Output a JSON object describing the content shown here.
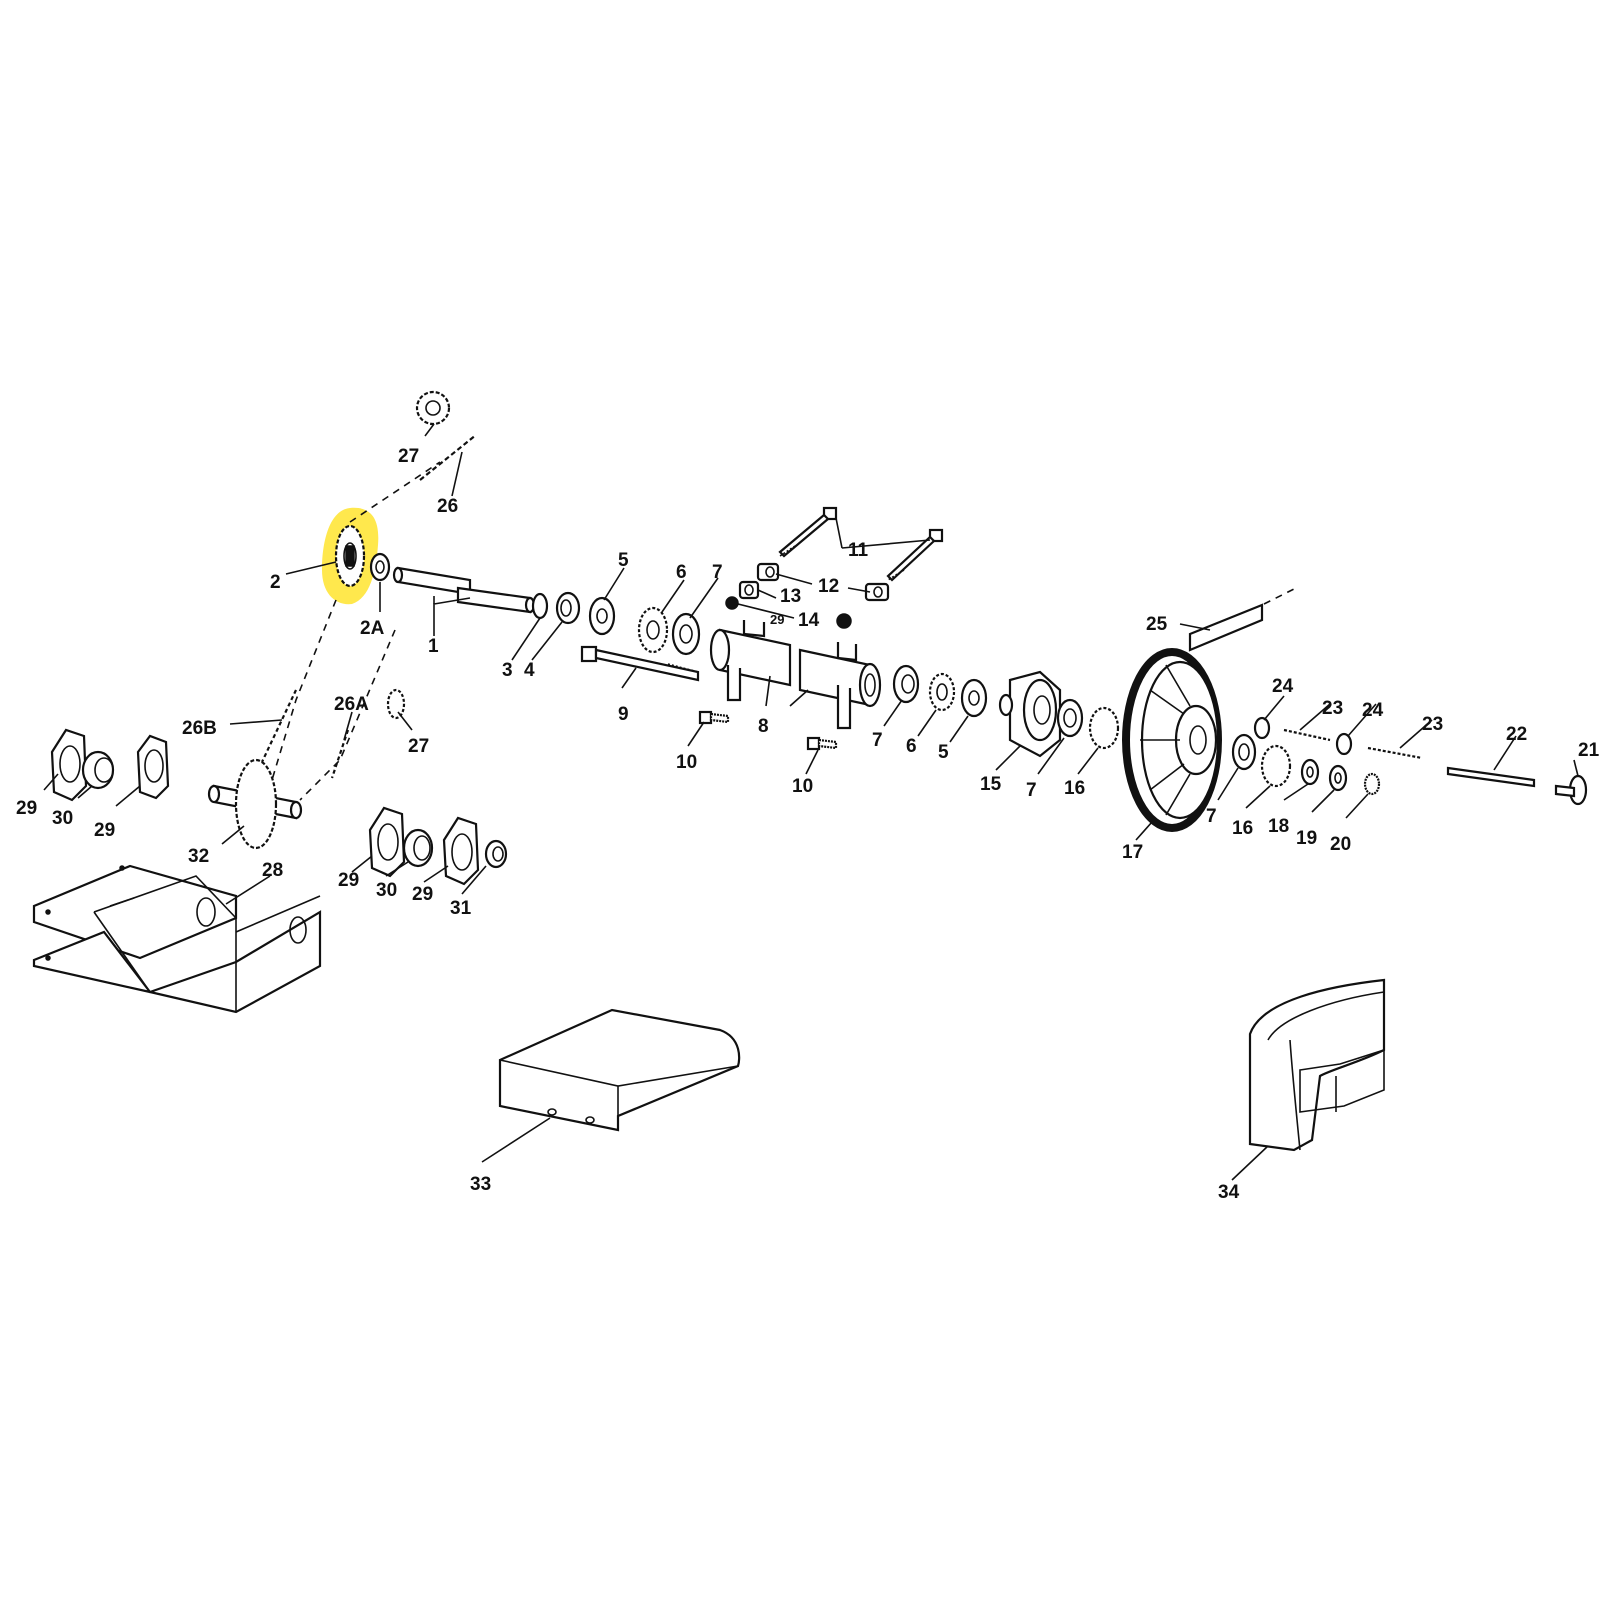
{
  "highlight_color": "#ffe84d",
  "labels": {
    "p1": "1",
    "p2": "2",
    "p2a": "2A",
    "p3": "3",
    "p4": "4",
    "p5a": "5",
    "p5b": "5",
    "p6a": "6",
    "p6b": "6",
    "p7a": "7",
    "p7b": "7",
    "p7c": "7",
    "p7d": "7",
    "p8": "8",
    "p9": "9",
    "p10a": "10",
    "p10b": "10",
    "p11": "11",
    "p12": "12",
    "p13": "13",
    "p14": "14",
    "p29s": "29",
    "p15": "15",
    "p16a": "16",
    "p16b": "16",
    "p17": "17",
    "p18": "18",
    "p19": "19",
    "p20": "20",
    "p21": "21",
    "p22": "22",
    "p23a": "23",
    "p23b": "23",
    "p24a": "24",
    "p24b": "24",
    "p25": "25",
    "p26": "26",
    "p26a": "26A",
    "p26b": "26B",
    "p27a": "27",
    "p27b": "27",
    "p28": "28",
    "p29a": "29",
    "p29b": "29",
    "p29c": "29",
    "p29d": "29",
    "p30a": "30",
    "p30b": "30",
    "p31": "31",
    "p32": "32",
    "p33": "33",
    "p34": "34"
  }
}
